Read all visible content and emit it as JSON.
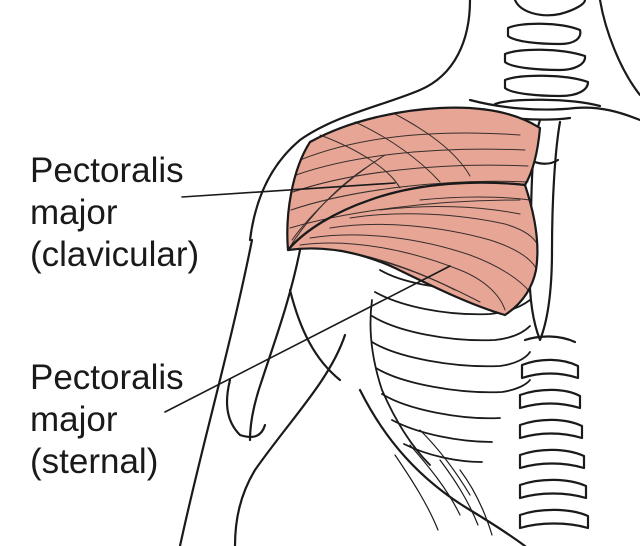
{
  "labels": {
    "clavicular": [
      "Pectoralis",
      "major",
      "(clavicular)"
    ],
    "sternal": [
      "Pectoralis",
      "major",
      "(sternal)"
    ]
  },
  "colors": {
    "muscle": "#e6a595",
    "muscle_dark": "#c98375",
    "outline": "#1a1a1a",
    "background": "#ffffff"
  }
}
